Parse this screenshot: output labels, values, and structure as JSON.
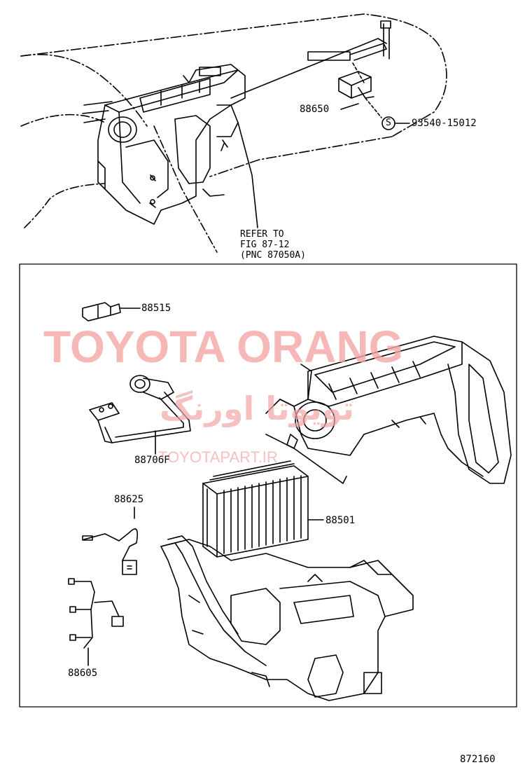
{
  "diagram": {
    "callouts": {
      "p88650": "88650",
      "screw_symbol": "S",
      "p93540": "93540-15012",
      "refer_line1": "REFER TO",
      "refer_line2": "FIG 87-12",
      "refer_line3": "(PNC 87050A)",
      "p88515": "88515",
      "p88706F": "88706F",
      "p88625": "88625",
      "p88501": "88501",
      "p88605": "88605"
    },
    "illustration_id": "872160"
  },
  "watermark": {
    "brand": "TOYOTA ORANG",
    "persian": "تويوتا اورنگ",
    "site": "TOYOTAPART.IR",
    "color": "#f4a6a6"
  }
}
